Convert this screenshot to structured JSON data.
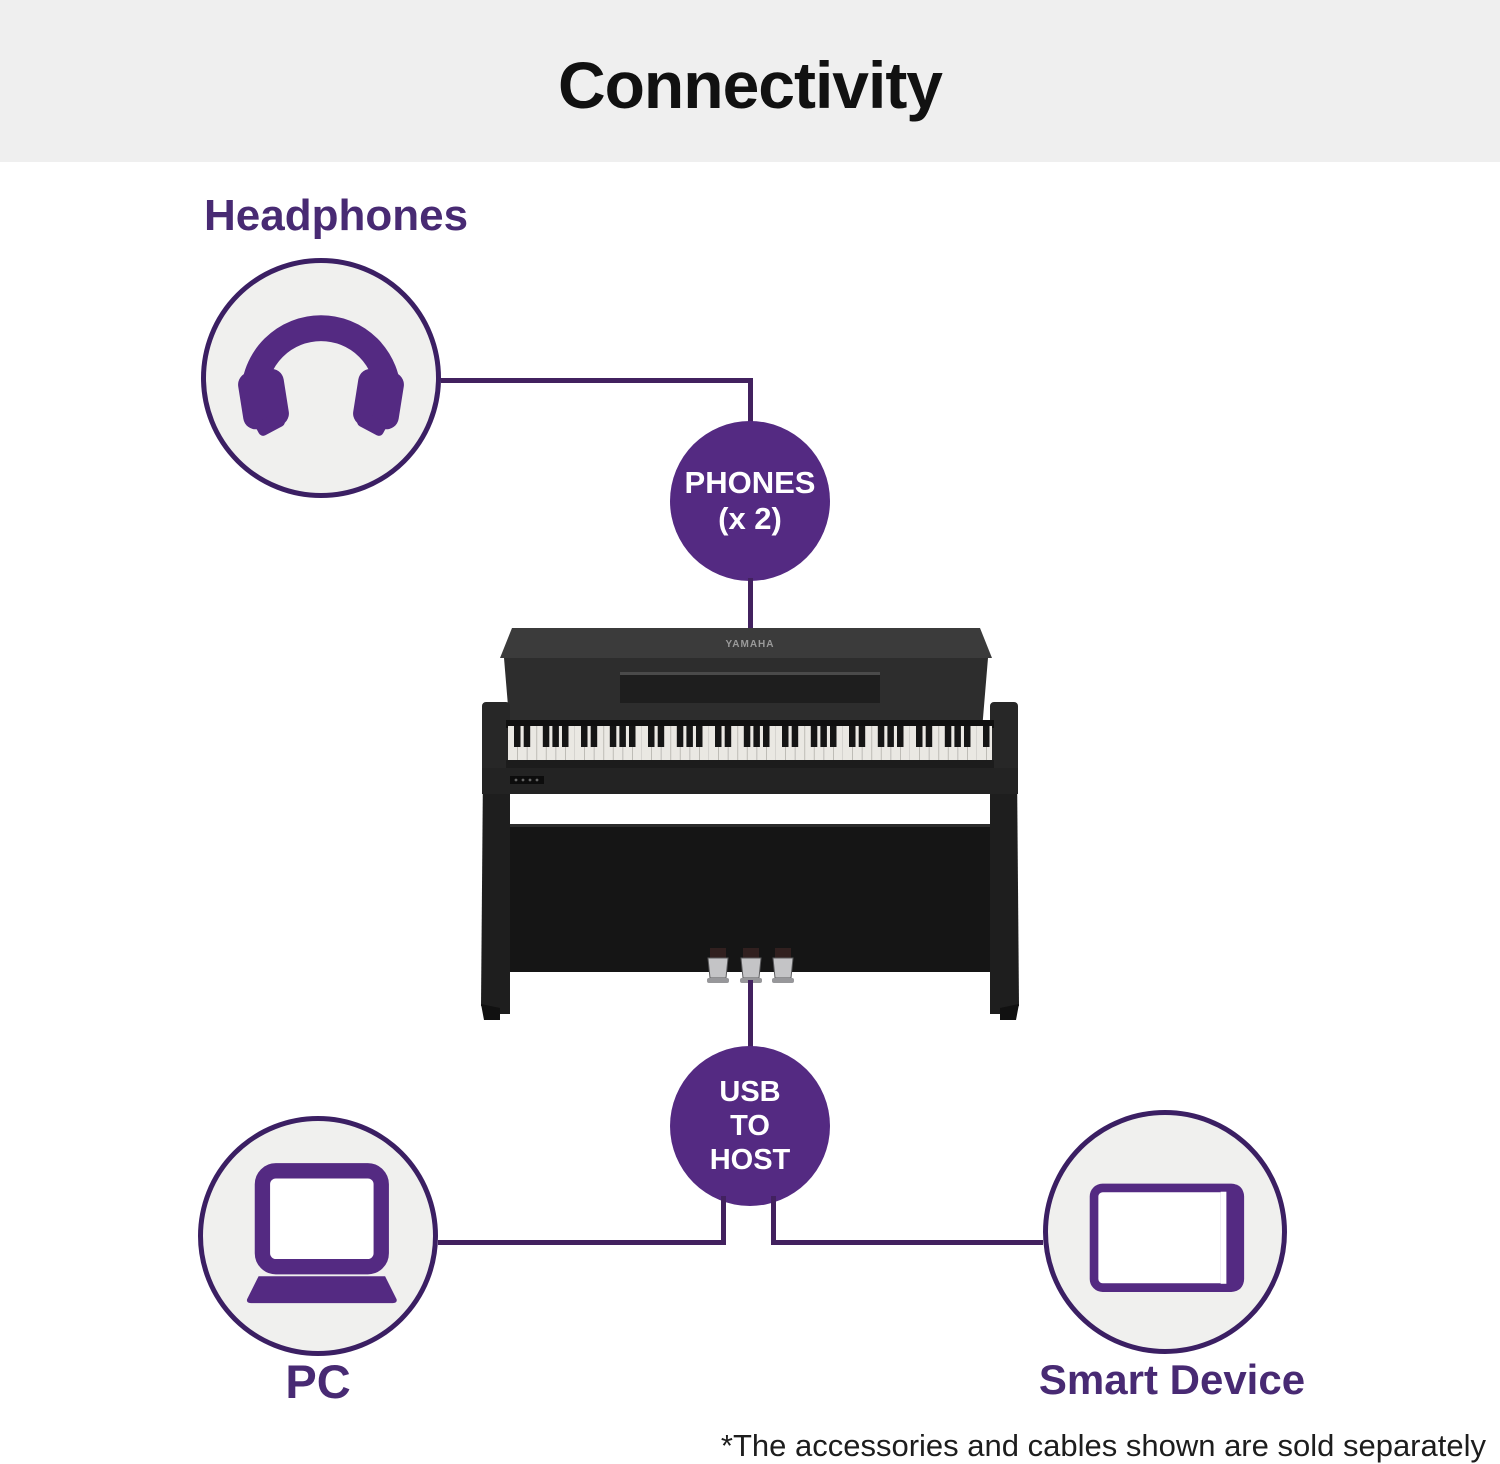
{
  "header": {
    "title": "Connectivity"
  },
  "colors": {
    "header_band": "#efefef",
    "purple_fill": "#542a82",
    "purple_line": "#42215f",
    "purple_text": "#482a73",
    "circle_fill": "#f0f0ee",
    "title_text": "#111111"
  },
  "nodes": {
    "headphones": {
      "label": "Headphones"
    },
    "phones_jack": {
      "line1": "PHONES",
      "line2": "(x 2)"
    },
    "usb_to_host": {
      "line1": "USB",
      "line2": "TO",
      "line3": "HOST"
    },
    "pc": {
      "label": "PC"
    },
    "smart_device": {
      "label": "Smart Device"
    }
  },
  "piano": {
    "brand": "YAMAHA"
  },
  "footnote": "*The accessories and cables shown are sold separately"
}
